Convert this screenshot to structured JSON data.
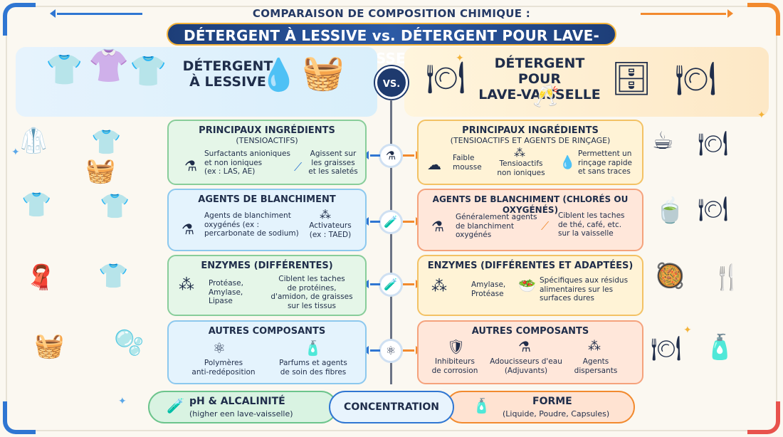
{
  "title": {
    "line1": "COMPARAISON DE COMPOSITION CHIMIQUE :",
    "line2": "DÉTERGENT À LESSIVE vs. DÉTERGENT POUR LAVE-VAISSELLE"
  },
  "left_header": {
    "line1": "DÉTERGENT",
    "line2": "À LESSIVE"
  },
  "right_header": {
    "line1": "DÉTERGENT POUR",
    "line2": "LAVE-VAISSELLE"
  },
  "vs_label": "VS.",
  "left_sections": [
    {
      "title": "PRINCIPAUX INGRÉDIENTS",
      "subtitle": "(TENSIOACTIFS)",
      "items": [
        {
          "icon": "flask-icon",
          "lines": [
            "Surfactants anioniques",
            "et non ioniques",
            "(ex : LAS, AE)"
          ]
        },
        {
          "icon": "arrow-icon",
          "lines": [
            "Agissent sur",
            "les graisses",
            "et les saletés"
          ]
        }
      ]
    },
    {
      "title": "AGENTS DE BLANCHIMENT",
      "items": [
        {
          "icon": "flask-icon",
          "lines": [
            "Agents de blanchiment",
            "oxygénés (ex :",
            "percarbonate de sodium)"
          ]
        },
        {
          "icon": "molecule-icon",
          "lines": [
            "Activateurs",
            "(ex : TAED)"
          ]
        }
      ]
    },
    {
      "title": "ENZYMES (DIFFÉRENTES)",
      "items": [
        {
          "icon": "molecule-icon",
          "lines": [
            "Protéase,",
            "Amylase,",
            "Lipase"
          ]
        },
        {
          "lines": [
            "Ciblent les taches",
            "de protéines,",
            "d'amidon, de graisses",
            "sur les tissus"
          ]
        }
      ]
    },
    {
      "title": "AUTRES COMPOSANTS",
      "items": [
        {
          "icon": "atom-icon",
          "lines": [
            "Polymères",
            "anti-redéposition"
          ]
        },
        {
          "icon": "perfume-icon",
          "lines": [
            "Parfums et agents",
            "de soin des fibres"
          ]
        }
      ]
    }
  ],
  "right_sections": [
    {
      "title": "PRINCIPAUX INGRÉDIENTS",
      "subtitle": "(TENSIOACTIFS ET AGENTS DE RINÇAGE)",
      "items": [
        {
          "icon": "foam-icon",
          "lines": [
            "Faible",
            "mousse"
          ]
        },
        {
          "icon": "molecule-icon",
          "lines": [
            "Tensioactifs",
            "non ioniques"
          ]
        },
        {
          "icon": "rinse-icon",
          "lines": [
            "Permettent un",
            "rinçage rapide",
            "et sans traces"
          ]
        }
      ]
    },
    {
      "title": "AGENTS DE BLANCHIMENT (CHLORÉS OU OXYGÉNÉS)",
      "items": [
        {
          "icon": "flask-icon",
          "lines": [
            "Généralement agents",
            "de blanchiment",
            "oxygénés"
          ]
        },
        {
          "icon": "brush-icon",
          "lines": [
            "Ciblent les taches",
            "de thé, café, etc.",
            "sur la vaisselle"
          ]
        }
      ]
    },
    {
      "title": "ENZYMES (DIFFÉRENTES ET ADAPTÉES)",
      "items": [
        {
          "icon": "molecule-icon",
          "lines": [
            "Amylase,",
            "Protéase"
          ]
        },
        {
          "icon": "plate-icon",
          "lines": [
            "Spécifiques aux résidus",
            "alimentaires sur les",
            "surfaces dures"
          ]
        }
      ]
    },
    {
      "title": "AUTRES COMPOSANTS",
      "items": [
        {
          "icon": "shield-icon",
          "lines": [
            "Inhibiteurs",
            "de corrosion"
          ]
        },
        {
          "icon": "flask-icon",
          "lines": [
            "Adoucisseurs d'eau",
            "(Adjuvants)"
          ]
        },
        {
          "icon": "molecule-icon",
          "lines": [
            "Agents",
            "dispersants"
          ]
        }
      ]
    }
  ],
  "footer": {
    "left_title": "pH & ALCALINITÉ",
    "left_sub": "(higher een lave-vaisselle)",
    "mid_title": "CONCENTRATION",
    "right_title": "FORME",
    "right_sub": "(Liquide, Poudre, Capsules)"
  }
}
